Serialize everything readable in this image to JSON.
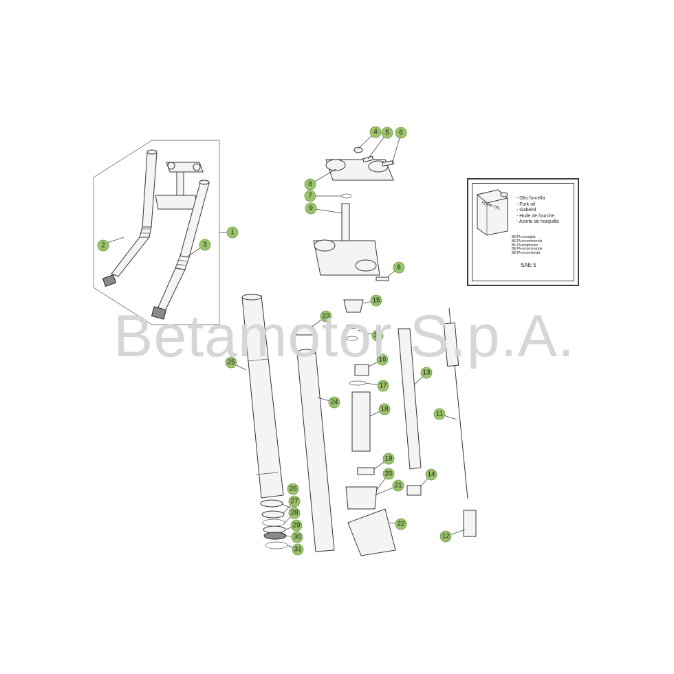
{
  "watermark": "Betamotor S.p.A.",
  "oil_box": {
    "can_label": "FORK OIL",
    "oil_names": [
      "- Olio forcella",
      "- Fork oil",
      "- Gabelol",
      "- Huile de fourche",
      "- Aceite de horquilla"
    ],
    "recommend_lines": [
      "BETA consiglia",
      "BETA recommends",
      "BETA empfehlen",
      "BETA recommande",
      "BETA recomienda"
    ],
    "grade": "SAE 5"
  },
  "callouts": [
    "1",
    "2",
    "3",
    "4",
    "5",
    "6",
    "6",
    "7",
    "8",
    "9",
    "11",
    "12",
    "13",
    "14",
    "15",
    "16",
    "17",
    "18",
    "19",
    "20",
    "21",
    "22",
    "23",
    "24",
    "25",
    "26",
    "27",
    "28",
    "29",
    "30",
    "31",
    "32"
  ]
}
